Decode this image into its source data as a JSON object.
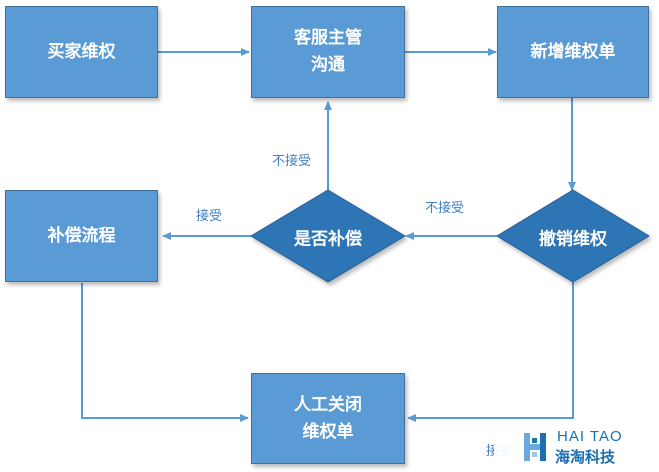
{
  "nodes": {
    "buyer_rights": "买家维权",
    "cs_supervisor": [
      "客服主管",
      "沟通"
    ],
    "new_case": "新增维权单",
    "compensate_q": "是否补偿",
    "withdraw": "撤销维权",
    "comp_process": "补偿流程",
    "manual_close": [
      "人工关闭",
      "维权单"
    ]
  },
  "edges": {
    "not_accept_1": "不接受",
    "accept_1": "接受",
    "not_accept_2": "不接受",
    "accept_2": "接受"
  },
  "logo": {
    "en": "HAI TAO",
    "cn": "海淘科技"
  },
  "colors": {
    "box_fill": "#5b9bd5",
    "diamond_fill": "#2e75b6",
    "line": "#5b9bd5",
    "label": "#3f7fc4"
  }
}
